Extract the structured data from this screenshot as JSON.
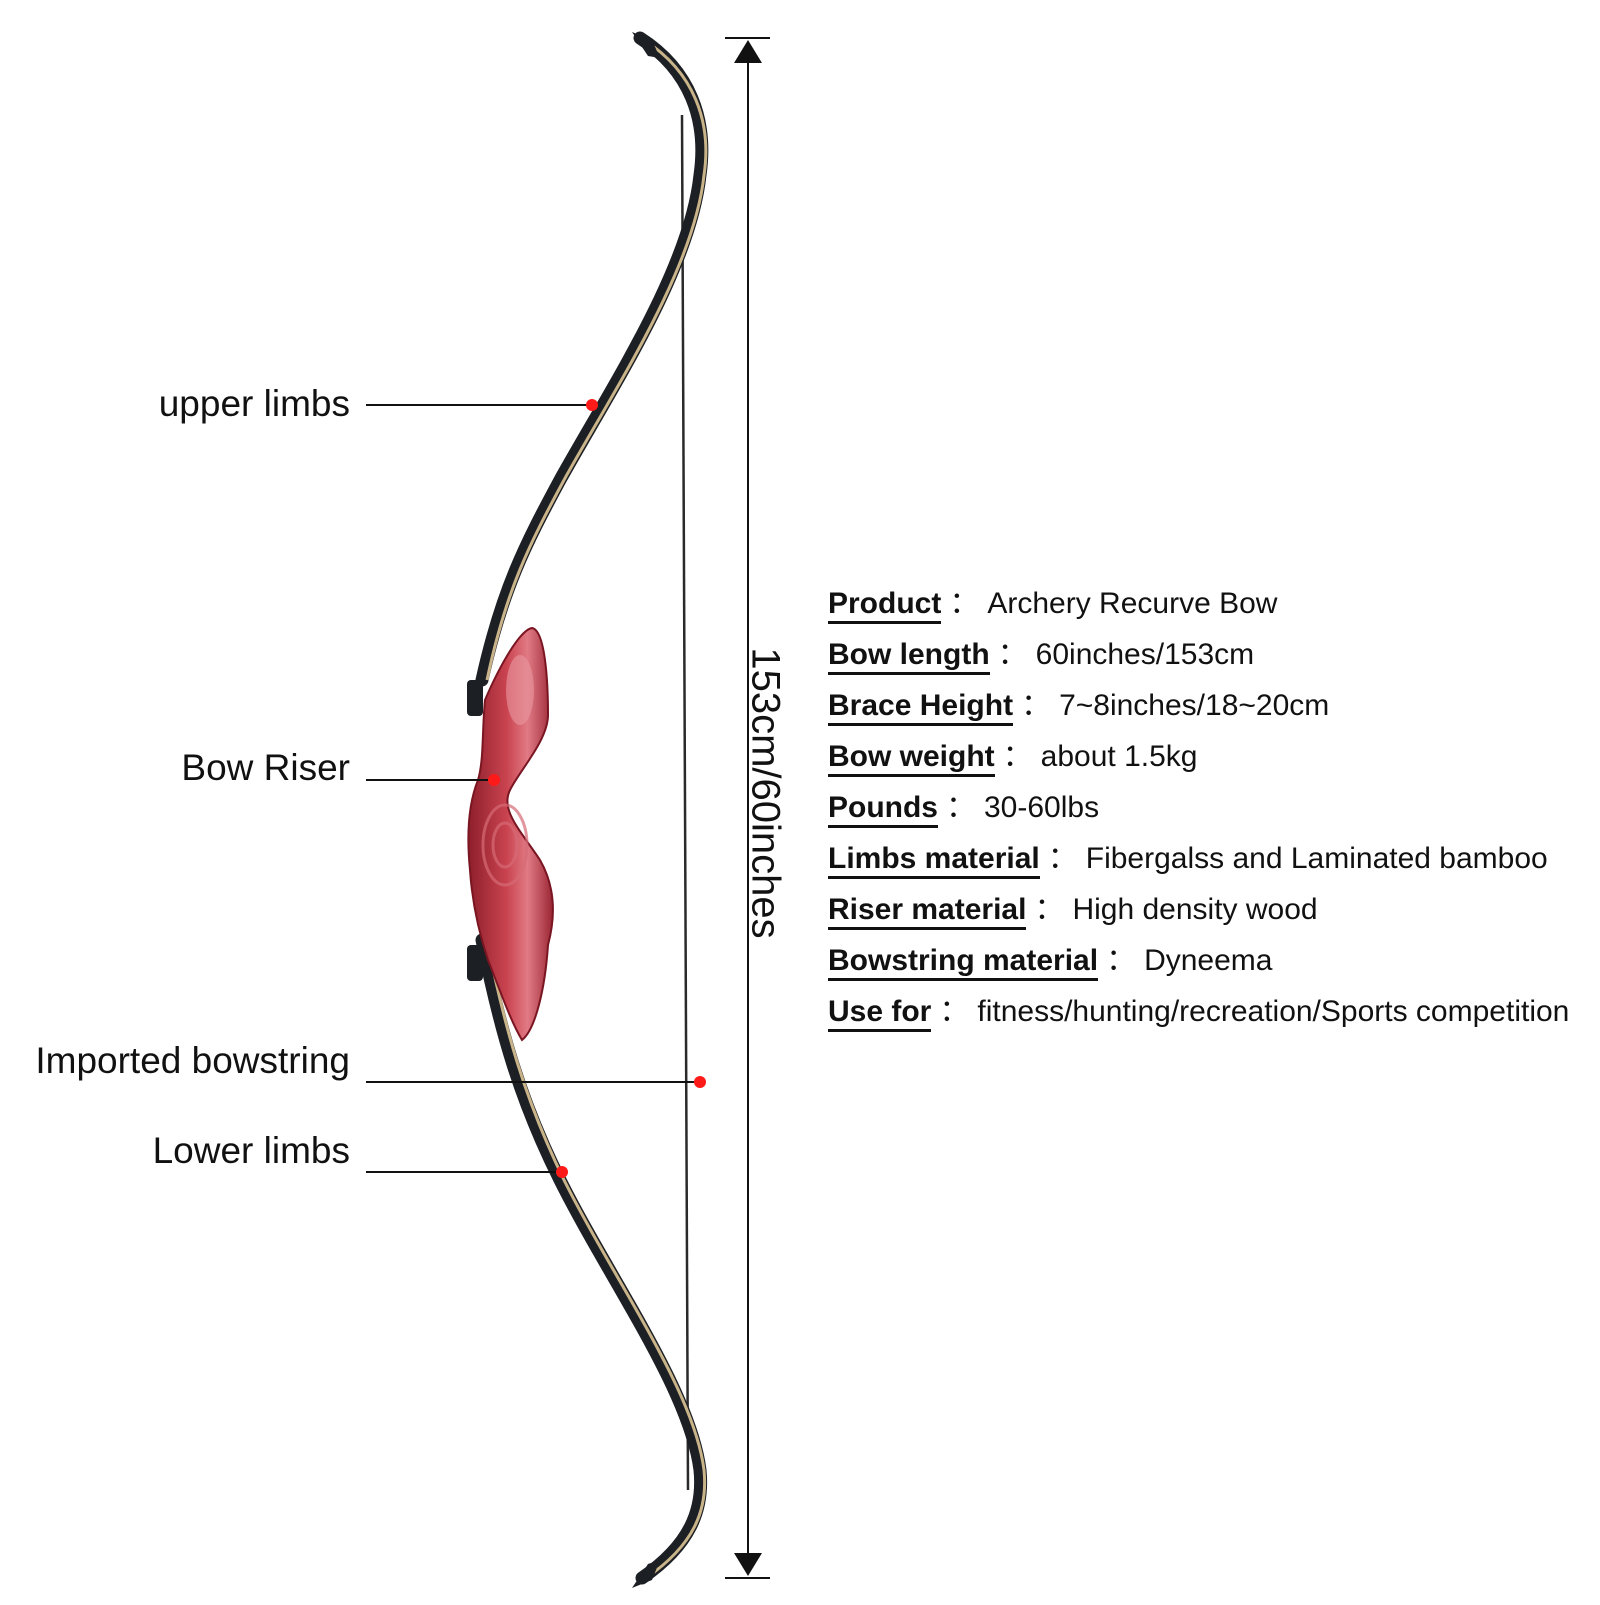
{
  "callouts": {
    "upper_limbs": "upper limbs",
    "bow_riser": "Bow Riser",
    "bowstring": "Imported bowstring",
    "lower_limbs": "Lower limbs"
  },
  "dimension": "153cm/60inches",
  "separator": "：",
  "specs": [
    {
      "key": "Product",
      "value": "Archery Recurve Bow"
    },
    {
      "key": "Bow length",
      "value": "60inches/153cm"
    },
    {
      "key": "Brace Height",
      "value": "7~8inches/18~20cm"
    },
    {
      "key": "Bow weight",
      "value": "about 1.5kg"
    },
    {
      "key": "Pounds",
      "value": "30-60lbs"
    },
    {
      "key": "Limbs material",
      "value": "Fibergalss and Laminated bamboo"
    },
    {
      "key": "Riser material",
      "value": "High density wood"
    },
    {
      "key": "Bowstring material",
      "value": "Dyneema"
    },
    {
      "key": "Use for",
      "value": "fitness/hunting/recreation/Sports competition"
    }
  ],
  "colors": {
    "riser": "#b5333f",
    "riser_light": "#e07a84",
    "limb_dark": "#1c1f24",
    "limb_stripe": "#c9b48a",
    "marker": "#ff1a1a"
  }
}
